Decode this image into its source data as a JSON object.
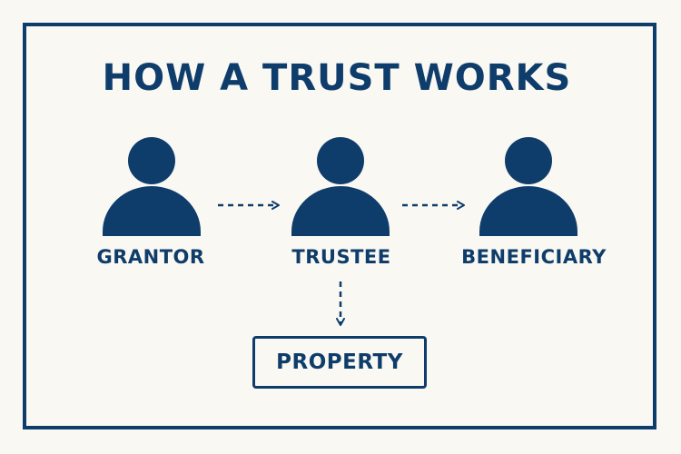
{
  "title": "HOW A TRUST WORKS",
  "colors": {
    "primary": "#0f3d6b",
    "background": "#faf8f3"
  },
  "nodes": {
    "grantor": {
      "label": "GRANTOR",
      "icon": "person-icon"
    },
    "trustee": {
      "label": "TRUSTEE",
      "icon": "person-icon"
    },
    "beneficiary": {
      "label": "BENEFICIARY",
      "icon": "person-icon"
    },
    "property": {
      "label": "PROPERTY"
    }
  },
  "edges": [
    {
      "from": "GRANTOR",
      "to": "TRUSTEE",
      "style": "dashed"
    },
    {
      "from": "TRUSTEE",
      "to": "BENEFICIARY",
      "style": "dashed"
    },
    {
      "from": "TRUSTEE",
      "to": "PROPERTY",
      "style": "dashed"
    }
  ]
}
